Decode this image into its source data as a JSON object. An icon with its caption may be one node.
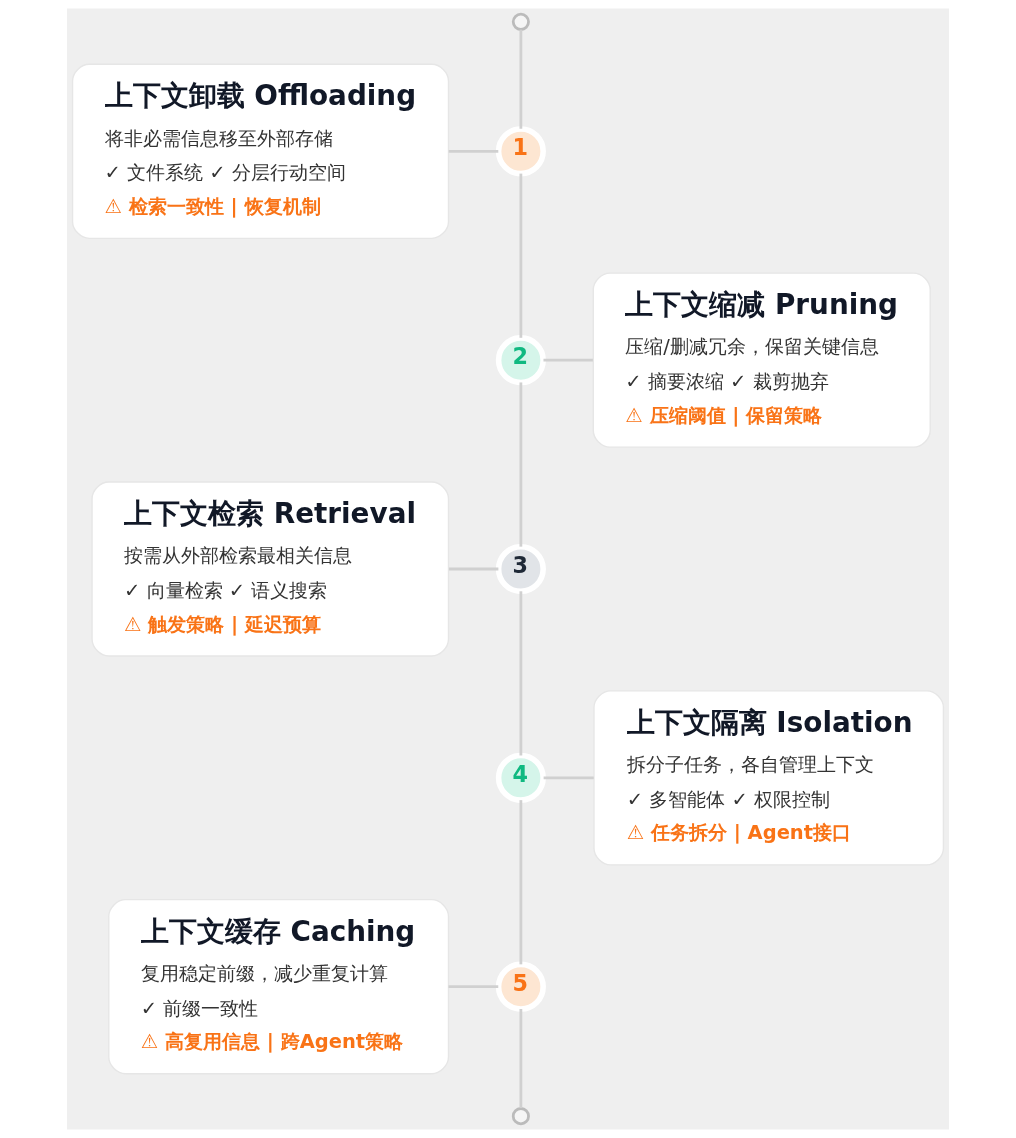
{
  "diagram": {
    "nodes": [
      {
        "text": [],
        "shape": "circle"
      },
      {
        "text": [
          "上下文卸载 Offloading",
          "将非必需信息移至外部存储",
          "✓ 文件系统 ✓ 分层行动空间",
          "⚠ 检索一致性 | 恢复机制"
        ]
      },
      {
        "text": [
          "1"
        ]
      },
      {
        "text": [
          "2"
        ]
      },
      {
        "text": [
          "上下文缩减 Pruning",
          "压缩/删减冗余，保留关键信息",
          "✓ 摘要浓缩 ✓ 裁剪抛弃",
          "⚠ 压缩阈值 | 保留策略"
        ]
      },
      {
        "text": [
          "上下文检索 Retrieval",
          "按需从外部检索最相关信息",
          "✓ 向量检索 ✓ 语义搜索",
          "⚠ 触发策略 | 延迟预算"
        ]
      },
      {
        "text": [
          "3"
        ]
      },
      {
        "text": [
          "4"
        ]
      },
      {
        "text": [
          "上下文隔离 Isolation",
          "拆分子任务，各自管理上下文",
          "✓ 多智能体 ✓ 权限控制",
          "⚠ 任务拆分 | Agent接口"
        ]
      },
      {
        "text": [
          "上下文缓存 Caching",
          "复用稳定前缀，减少重复计算",
          "✓ 前缀一致性",
          "⚠ 高复用信息 | 跨Agent策略"
        ]
      },
      {
        "text": [
          "5"
        ]
      },
      {
        "text": [],
        "shape": "circle"
      }
    ],
    "edges": [
      {
        "from": 0,
        "to": 2,
        "arrow": "none"
      },
      {
        "from": 1,
        "to": 2,
        "arrow": "none"
      },
      {
        "from": 2,
        "to": 3,
        "arrow": "none"
      },
      {
        "from": 3,
        "to": 4,
        "arrow": "none"
      },
      {
        "from": 3,
        "to": 6,
        "arrow": "none"
      },
      {
        "from": 5,
        "to": 6,
        "arrow": "none"
      },
      {
        "from": 6,
        "to": 7,
        "arrow": "none"
      },
      {
        "from": 7,
        "to": 8,
        "arrow": "none"
      },
      {
        "from": 7,
        "to": 10,
        "arrow": "none"
      },
      {
        "from": 9,
        "to": 10,
        "arrow": "none"
      },
      {
        "from": 10,
        "to": 11,
        "arrow": "none"
      }
    ]
  }
}
